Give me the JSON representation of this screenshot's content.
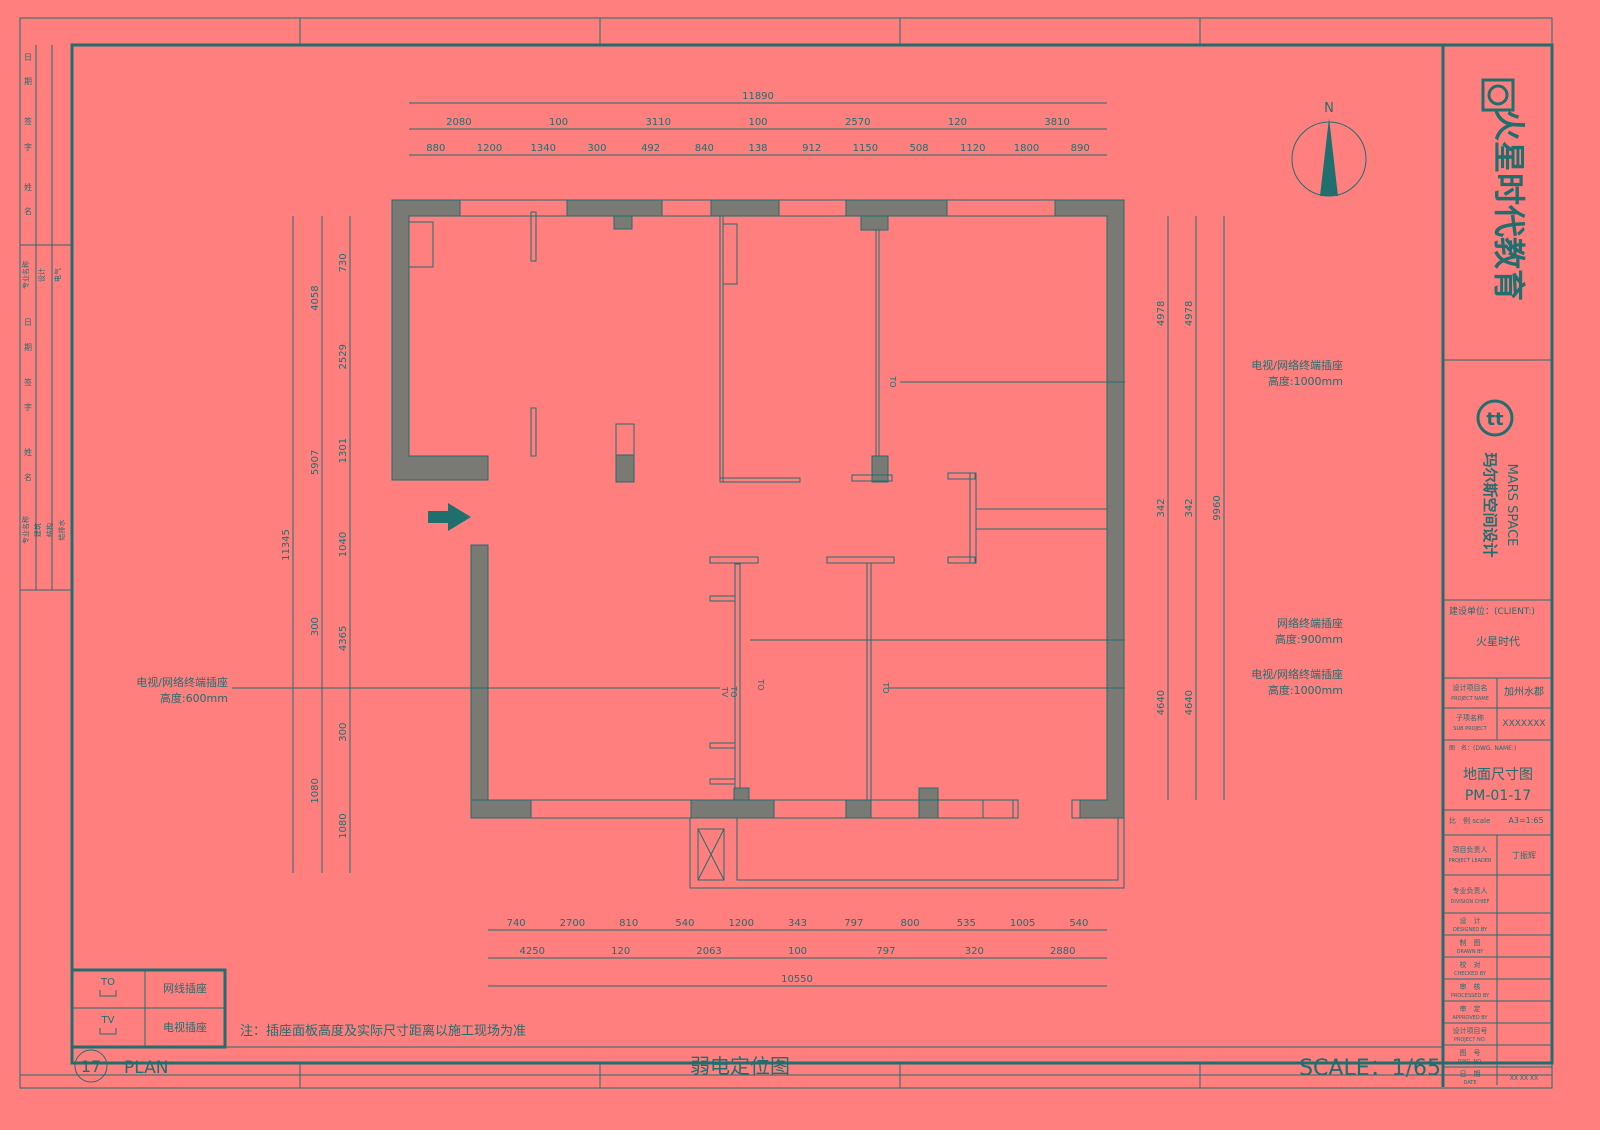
{
  "title_block": {
    "brand_cn": "火星时代教育",
    "brand2_cn": "玛尔斯空间设计",
    "brand2_en": "MARS SPACE",
    "client_label": "建设单位：(CLIENT:)",
    "client_value": "火星时代",
    "project_label_cn": "设计项目名",
    "project_label_en": "PROJECT NAME",
    "project_value": "加州水郡",
    "sub_label_cn": "子项名称",
    "sub_label_en": "SUB PROJECT",
    "sub_value": "XXXXXXX",
    "dwg_label": "图　名：(DWG. NAME:)",
    "dwg_name": "地面尺寸图",
    "dwg_code": "PM-01-17",
    "scale_label": "比　例 scale",
    "scale_value": "A3=1:65",
    "leader_label_cn": "项目负责人",
    "leader_label_en": "PROJECT LEADER",
    "leader_value": "丁振辉",
    "division_cn": "专业负责人",
    "division_en": "DIVISION CHIEF",
    "designed_cn": "设　计",
    "designed_en": "DESIGNED BY",
    "drawn_cn": "制　图",
    "drawn_en": "DRAWN BY",
    "checked_cn": "校　对",
    "checked_en": "CHECKED BY",
    "processed_cn": "审　核",
    "processed_en": "PROCESSED BY",
    "approved_cn": "审　定",
    "approved_en": "APPROVED BY",
    "projno_cn": "设计项目号",
    "projno_en": "PROJECT NO.",
    "dwgno_cn": "图　号",
    "dwgno_en": "DWG. NO.",
    "date_cn": "日　期",
    "date_en": "DATE",
    "date_value": "XX XX XX"
  },
  "left_strip": [
    "日",
    "期",
    "签",
    "字",
    "姓",
    "名",
    "专业名称",
    "设计",
    "电气",
    "日",
    "期",
    "签",
    "字",
    "姓",
    "名",
    "专业名称",
    "建筑",
    "结构",
    "给排水"
  ],
  "compass": {
    "north": "N"
  },
  "dims_top": {
    "total": "11890",
    "row2": [
      "2080",
      "100",
      "3110",
      "100",
      "2570",
      "120",
      "3810"
    ],
    "row3": [
      "880",
      "1200",
      "1340",
      "300",
      "492",
      "840",
      "138",
      "912",
      "1150",
      "508",
      "1120",
      "1800",
      "890"
    ]
  },
  "dims_bottom": {
    "row1": [
      "740",
      "2700",
      "810",
      "540",
      "1200",
      "343",
      "797",
      "800",
      "535",
      "1005",
      "540"
    ],
    "row2": [
      "4250",
      "120",
      "2063",
      "100",
      "797",
      "320",
      "2880"
    ],
    "total": "10550"
  },
  "dims_left": {
    "outer": "11345",
    "mid": [
      "4058",
      "5907",
      "300",
      "1080"
    ],
    "inner": [
      "730",
      "2529",
      "1301",
      "1040",
      "4365",
      "300",
      "1080"
    ]
  },
  "dims_right": {
    "outer": "9960",
    "mid": [
      "4978",
      "342",
      "4640"
    ],
    "inner": [
      "4978",
      "342",
      "4640"
    ]
  },
  "annotations": {
    "r1_line1": "电视/网络终端插座",
    "r1_line2": "高度:1000mm",
    "r2_line1": "网络终端插座",
    "r2_line2": "高度:900mm",
    "r3_line1": "电视/网络终端插座",
    "r3_line2": "高度:1000mm",
    "l1_line1": "电视/网络终端插座",
    "l1_line2": "高度:600mm"
  },
  "socket_tags": {
    "to": "TO",
    "tv": "TV"
  },
  "legend": [
    {
      "code": "TO",
      "label": "网线插座"
    },
    {
      "code": "TV",
      "label": "电视插座"
    }
  ],
  "note": "注：插座面板高度及实际尺寸距离以施工现场为准",
  "footer": {
    "number": "17",
    "plan": "PLAN",
    "title": "弱电定位图",
    "scale": "SCALE：1/65"
  },
  "colors": {
    "background": "#ff7f7f",
    "line": "#1f6f6f",
    "wall": "#7a7a74"
  }
}
